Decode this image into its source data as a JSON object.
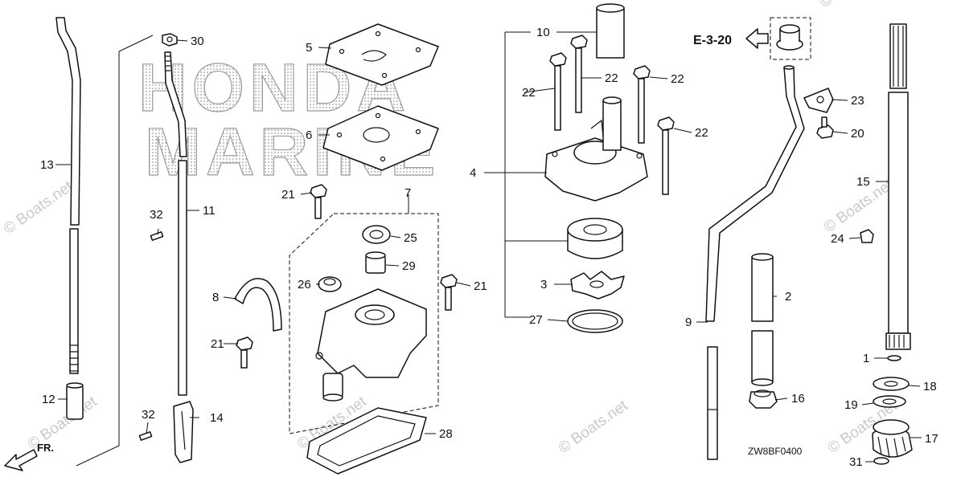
{
  "watermark": {
    "brand_line1": "HONDA",
    "brand_line2": "MARINE",
    "site": "© Boats.net"
  },
  "diagram_code": "ZW8BF0400",
  "reference": "E-3-20",
  "front_indicator": "FR.",
  "callouts": [
    {
      "id": "c1",
      "number": "1"
    },
    {
      "id": "c2",
      "number": "2"
    },
    {
      "id": "c3",
      "number": "3"
    },
    {
      "id": "c4",
      "number": "4"
    },
    {
      "id": "c5",
      "number": "5"
    },
    {
      "id": "c6",
      "number": "6"
    },
    {
      "id": "c7",
      "number": "7"
    },
    {
      "id": "c8",
      "number": "8"
    },
    {
      "id": "c9",
      "number": "9"
    },
    {
      "id": "c10",
      "number": "10"
    },
    {
      "id": "c11",
      "number": "11"
    },
    {
      "id": "c12",
      "number": "12"
    },
    {
      "id": "c13",
      "number": "13"
    },
    {
      "id": "c14",
      "number": "14"
    },
    {
      "id": "c15",
      "number": "15"
    },
    {
      "id": "c16",
      "number": "16"
    },
    {
      "id": "c17",
      "number": "17"
    },
    {
      "id": "c18",
      "number": "18"
    },
    {
      "id": "c19",
      "number": "19"
    },
    {
      "id": "c20",
      "number": "20"
    },
    {
      "id": "c21a",
      "number": "21"
    },
    {
      "id": "c21b",
      "number": "21"
    },
    {
      "id": "c21c",
      "number": "21"
    },
    {
      "id": "c22a",
      "number": "22"
    },
    {
      "id": "c22b",
      "number": "22"
    },
    {
      "id": "c22c",
      "number": "22"
    },
    {
      "id": "c22d",
      "number": "22"
    },
    {
      "id": "c23",
      "number": "23"
    },
    {
      "id": "c24",
      "number": "24"
    },
    {
      "id": "c25",
      "number": "25"
    },
    {
      "id": "c26",
      "number": "26"
    },
    {
      "id": "c27",
      "number": "27"
    },
    {
      "id": "c28",
      "number": "28"
    },
    {
      "id": "c29",
      "number": "29"
    },
    {
      "id": "c30",
      "number": "30"
    },
    {
      "id": "c31",
      "number": "31"
    },
    {
      "id": "c32a",
      "number": "32"
    },
    {
      "id": "c32b",
      "number": "32"
    }
  ]
}
